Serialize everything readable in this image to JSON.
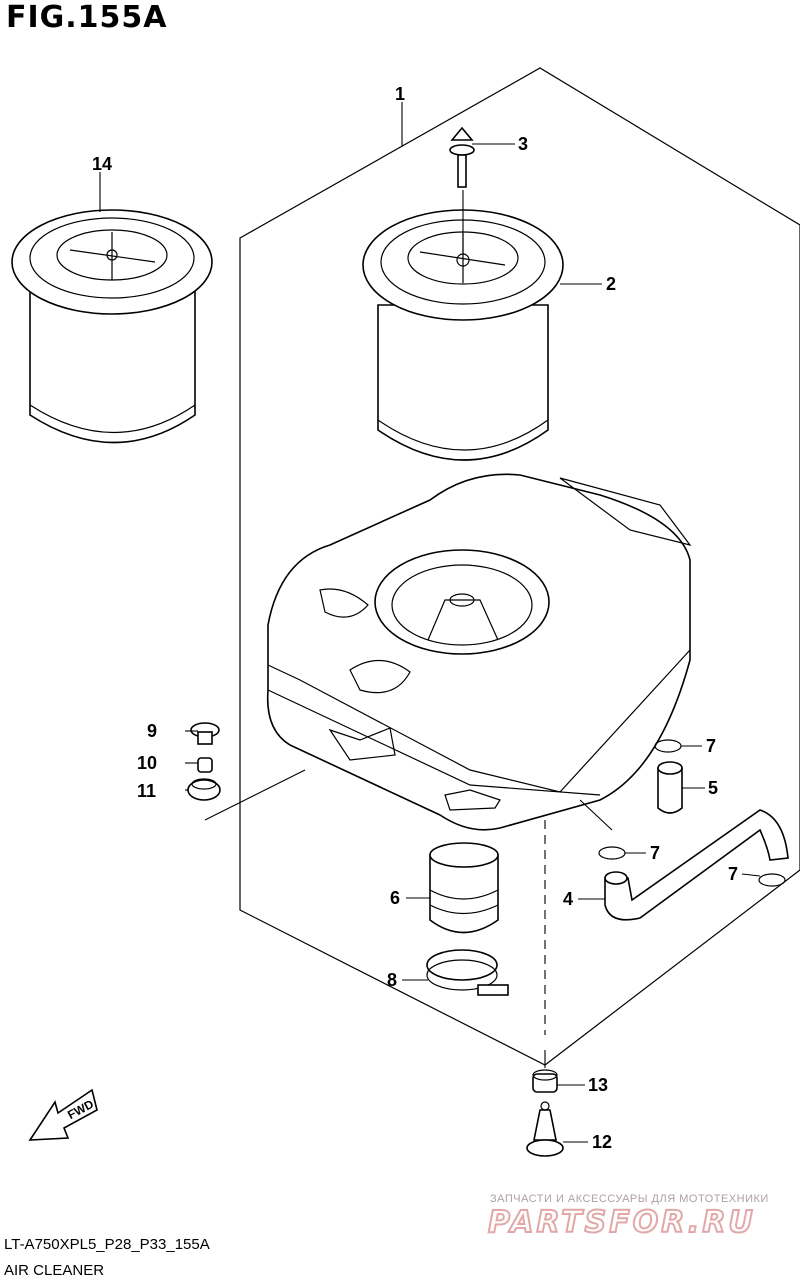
{
  "figure": {
    "title": "FIG.155A"
  },
  "callouts": {
    "c1": "1",
    "c2": "2",
    "c3": "3",
    "c4": "4",
    "c5": "5",
    "c6": "6",
    "c7a": "7",
    "c7b": "7",
    "c7c": "7",
    "c8": "8",
    "c9": "9",
    "c10": "10",
    "c11": "11",
    "c12": "12",
    "c13": "13",
    "c14": "14"
  },
  "fwd_label": "FWD",
  "footer": {
    "code": "LT-A750XPL5_P28_P33_155A",
    "caption": "AIR CLEANER"
  },
  "watermark": {
    "line1": "ЗАПЧАСТИ И АКСЕССУАРЫ ДЛЯ МОТОТЕХНИКИ",
    "brand": "PARTSFOR.RU"
  }
}
